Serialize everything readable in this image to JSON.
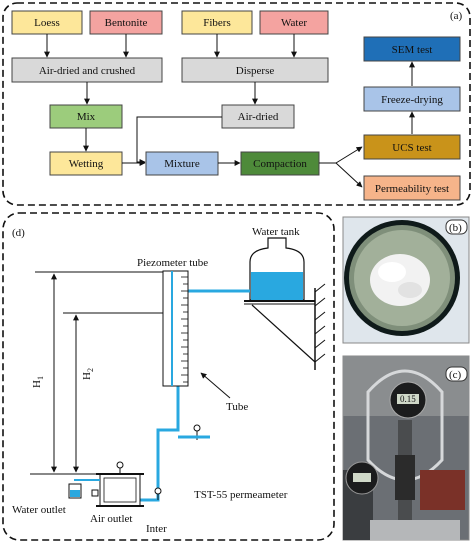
{
  "panel_a": {
    "label": "(a)",
    "nodes": {
      "loess": "Loess",
      "bentonite": "Bentonite",
      "fibers": "Fibers",
      "water": "Water",
      "air_dried_crushed": "Air-dried and crushed",
      "disperse": "Disperse",
      "mix": "Mix",
      "air_dried": "Air-dried",
      "wetting": "Wetting",
      "mixture": "Mixture",
      "compaction": "Compaction",
      "sem": "SEM test",
      "freeze": "Freeze-drying",
      "ucs": "UCS test",
      "perm": "Permeability test"
    },
    "colors": {
      "yellow": "#fde79a",
      "pink": "#f4a3a0",
      "gray": "#d9d9d9",
      "green": "#9ccc7c",
      "blue_light": "#a9c4e8",
      "green_dark": "#4e8a3a",
      "blue_dark": "#1f6fb7",
      "gold": "#c9931a",
      "orange": "#f6b48a"
    }
  },
  "panel_b": {
    "label": "(b)"
  },
  "panel_c": {
    "label": "(c)",
    "gauge_reading": "0.15"
  },
  "panel_d": {
    "label": "(d)",
    "water_tank": "Water tank",
    "piezometer": "Piezometer tube",
    "tube": "Tube",
    "h1": "H",
    "h1_sub": "1",
    "h2": "H",
    "h2_sub": "2",
    "permeameter": "TST-55 permeameter",
    "water_outlet": "Water outlet",
    "air_outlet": "Air outlet",
    "inter": "Inter",
    "water_color": "#29a8e0"
  }
}
